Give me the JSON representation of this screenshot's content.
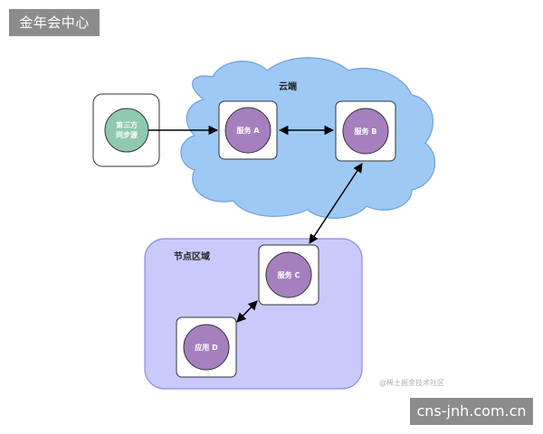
{
  "header": {
    "badge": "金年会中心"
  },
  "footer": {
    "site": "cns-jnh.com.cn"
  },
  "diagram": {
    "cloud_label": "云端",
    "node_region_label": "节点区域",
    "nodes": {
      "third_party": "第三方\n同步源",
      "service_a": "服务 A",
      "service_b": "服务 B",
      "service_c": "服务 C",
      "app_d": "应用 D"
    },
    "watermark": "@稀土掘金技术社区"
  },
  "colors": {
    "cloud_fill": "#9ec9f5",
    "cloud_stroke": "#6f9fd8",
    "region_fill": "#c9c9fb",
    "region_stroke": "#8b8be6",
    "service_circle": "#a67fbe",
    "source_circle": "#8ec9b0",
    "badge_bg": "#8c8c8c"
  }
}
